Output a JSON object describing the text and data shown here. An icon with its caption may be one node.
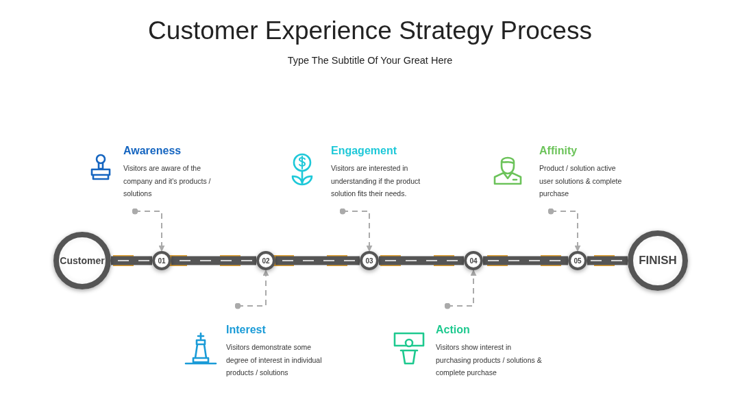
{
  "diagram": {
    "title": "Customer Experience Strategy Process",
    "caption": "Type The Subtitle Of Your Great Here",
    "nodes": [
      {
        "text": [
          "Customer"
        ]
      },
      {
        "text": [
          "01"
        ]
      },
      {
        "text": [
          "02"
        ]
      },
      {
        "text": [
          "03"
        ]
      },
      {
        "text": [
          "04"
        ]
      },
      {
        "text": [
          "05"
        ]
      },
      {
        "text": [
          "FINISH"
        ]
      },
      {
        "text": [
          "Awareness",
          "Visitors are aware of the company and it's products / solutions"
        ]
      },
      {
        "text": [
          "Engagement",
          "Visitors are interested in understanding if the product solution fits their needs."
        ]
      },
      {
        "text": [
          "Affinity",
          "Product / solution active user solutions & complete purchase"
        ]
      },
      {
        "text": [
          "Interest",
          "Visitors demonstrate some degree of interest in individual products / solutions"
        ]
      },
      {
        "text": [
          "Action",
          "Visitors show interest in purchasing products / solutions & complete purchase"
        ]
      }
    ],
    "edges": [
      {
        "from": 0,
        "to": 1,
        "arrow": "none"
      },
      {
        "from": 1,
        "to": 2,
        "arrow": "none"
      },
      {
        "from": 2,
        "to": 3,
        "arrow": "none"
      },
      {
        "from": 3,
        "to": 4,
        "arrow": "none"
      },
      {
        "from": 4,
        "to": 5,
        "arrow": "none"
      },
      {
        "from": 5,
        "to": 6,
        "arrow": "none"
      },
      {
        "from": 7,
        "to": 1,
        "arrow": "to",
        "style": "dashed"
      },
      {
        "from": 8,
        "to": 3,
        "arrow": "to",
        "style": "dashed"
      },
      {
        "from": 9,
        "to": 5,
        "arrow": "to",
        "style": "dashed"
      },
      {
        "from": 10,
        "to": 2,
        "arrow": "to",
        "style": "dashed"
      },
      {
        "from": 11,
        "to": 4,
        "arrow": "to",
        "style": "dashed"
      }
    ]
  }
}
